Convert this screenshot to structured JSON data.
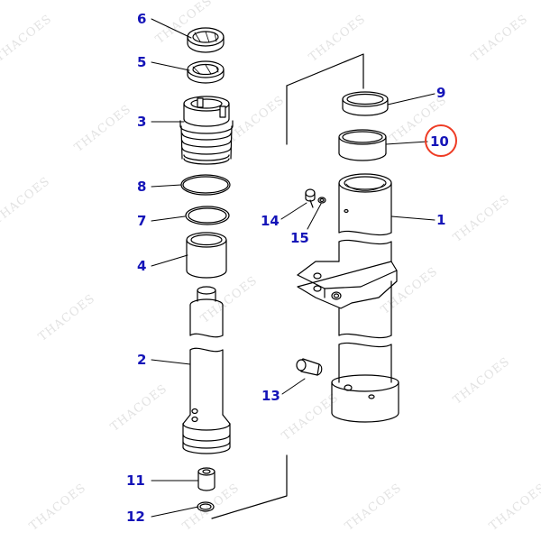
{
  "colors": {
    "callout": "#1414b8",
    "line": "#000000",
    "highlight": "#ee3b24",
    "watermark": "#e3e3e3"
  },
  "watermark_text": "THACOES",
  "callouts": {
    "p1": "1",
    "p2": "2",
    "p3": "3",
    "p4": "4",
    "p5": "5",
    "p6": "6",
    "p7": "7",
    "p8": "8",
    "p9": "9",
    "p10": "10",
    "p11": "11",
    "p12": "12",
    "p13": "13",
    "p14": "14",
    "p15": "15"
  },
  "highlighted_callout": "10"
}
